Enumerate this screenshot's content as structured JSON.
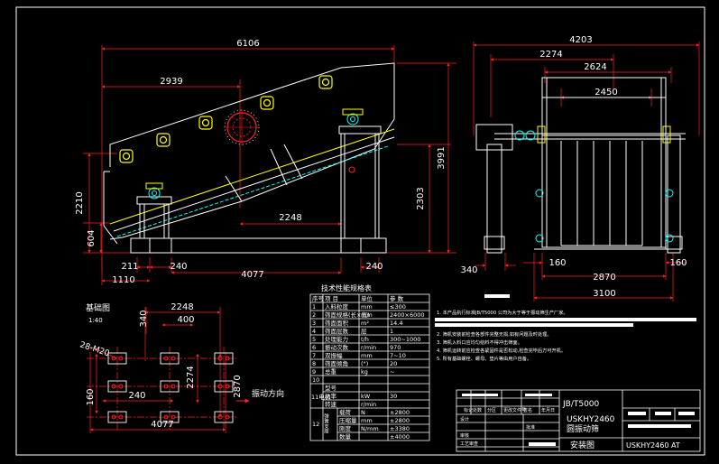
{
  "dims": {
    "front_overall_width": "6106",
    "front_upper_width": "2939",
    "front_left_height": "2210",
    "front_base_height": "604",
    "front_inner_width": "2248",
    "front_right_height": "2303",
    "front_total_height": "3991",
    "front_b1": "211",
    "front_b2": "240",
    "front_b3": "4077",
    "front_b4": "240",
    "front_b5": "1110",
    "side_overall": "4203",
    "side_2274": "2274",
    "side_2624": "2624",
    "side_2450": "2450",
    "side_160l": "160",
    "side_160r": "160",
    "side_2870": "2870",
    "side_3100": "3100",
    "side_340": "340",
    "base_2248": "2248",
    "base_400": "400",
    "base_340": "340",
    "base_2274": "2274",
    "base_2870": "2870",
    "base_240": "240",
    "base_160": "160",
    "base_4077": "4077",
    "base_bolt": "28-M20"
  },
  "foundation": {
    "title": "基础图",
    "scale": "1:40",
    "direction": "振动方向"
  },
  "spec_table": {
    "title": "技术性能规格表",
    "header": [
      "序号",
      "项  目",
      "单位",
      "参  数"
    ],
    "rows": [
      [
        "1",
        "入料粒度",
        "mm",
        "≤300"
      ],
      [
        "2",
        "筛面规格(长×宽)",
        "mm",
        "2400×6000"
      ],
      [
        "3",
        "筛面面积",
        "m²",
        "14.4"
      ],
      [
        "4",
        "筛面层数",
        "层",
        "1"
      ],
      [
        "5",
        "处理能力",
        "t/h",
        "300~1000"
      ],
      [
        "6",
        "振动次数",
        "r/min",
        "970"
      ],
      [
        "7",
        "双振幅",
        "mm",
        "7~10"
      ],
      [
        "8",
        "筛面倾角",
        "(°)",
        "20"
      ],
      [
        "9",
        "总重",
        "kg",
        "~"
      ],
      [
        "10",
        "",
        "",
        ""
      ]
    ],
    "motor_group_no": "11",
    "motor_group_label": "电机",
    "motor_rows": [
      [
        "型号",
        ""
      ],
      [
        "功率",
        "kW",
        "30"
      ],
      [
        "转速",
        "r/min",
        ""
      ]
    ],
    "lower_group_no": "12",
    "lower_group_label": "弹簧支座",
    "lower_rows": [
      [
        "载荷",
        "N",
        "±2800"
      ],
      [
        "压缩量",
        "mm",
        "±2800"
      ],
      [
        "刚度",
        "N/mm",
        "±3380"
      ],
      [
        "数量",
        "",
        "±4000"
      ]
    ]
  },
  "notes": [
    "1. 本产品执行标准JB/T5000 公司为大于等于振动筛生产厂家。",
    "2. 筛机安装前检查各部件完整无损,如有问题及时处理。",
    "3. 筛机入料口应均匀给料不得冲击筛面。",
    "4. 筛机运转前应检查各紧固件是否松动,检查完毕后方可开机。",
    "5. 所有基础螺栓、螺母、垫片等由用户自备。"
  ],
  "title_block": {
    "standard": "JB/T5000",
    "model": "USKHY2460",
    "name": "圆振动筛",
    "drawing_type": "安装图",
    "drawing_no": "USKHY2460 AT",
    "design": "设计",
    "check": "审核",
    "process": "工艺审查",
    "approve": "批准",
    "header_cells": [
      "标记",
      "处数",
      "分区",
      "更改文件号",
      "签名",
      "年月日"
    ]
  },
  "colors": {
    "bg": "#000000",
    "line": "#ffffff",
    "dim": "#ff2020",
    "part": "#ffff00",
    "accent": "#00ffff",
    "text": "#ffffff"
  }
}
